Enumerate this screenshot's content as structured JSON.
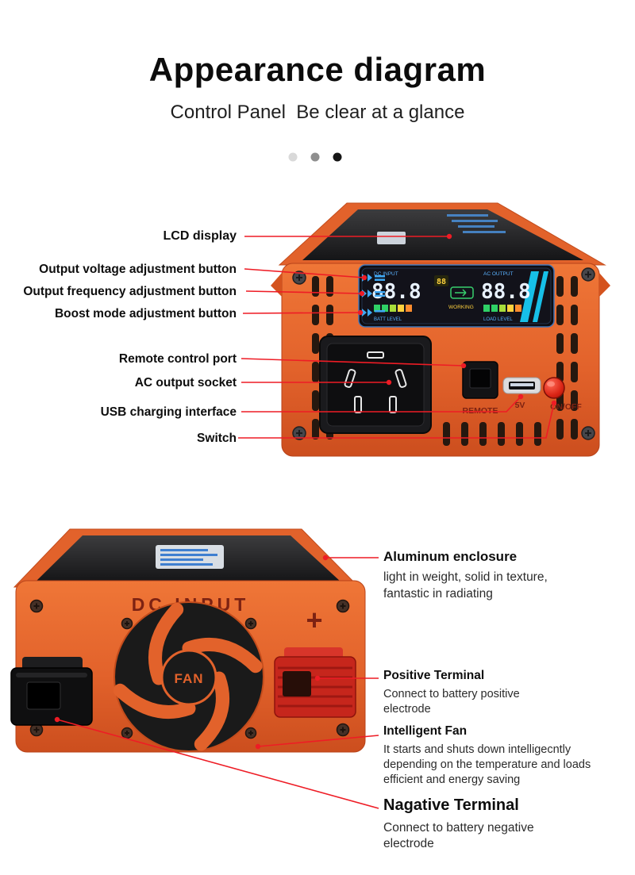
{
  "page": {
    "title": "Appearance diagram",
    "subtitle": "Control Panel  Be clear at a glance"
  },
  "carousel": {
    "dot_colors": [
      "#d9d9d9",
      "#8f8f8f",
      "#161616"
    ]
  },
  "front_view": {
    "labels": [
      {
        "text": "LCD display"
      },
      {
        "text": "Output voltage adjustment button"
      },
      {
        "text": "Output frequency adjustment button"
      },
      {
        "text": "Boost mode adjustment button"
      },
      {
        "text": "Remote control port"
      },
      {
        "text": "AC output socket"
      },
      {
        "text": "USB charging interface"
      },
      {
        "text": "Switch"
      }
    ],
    "lcd": {
      "left_value": "88.8",
      "right_value": "88.8",
      "aux_value": "88",
      "working": "WORKING",
      "dc_input": "DC INPUT",
      "ac_output": "AC OUTPUT",
      "batt_level": "BATT LEVEL",
      "load_level": "LOAD LEVEL"
    },
    "panel": {
      "remote": "REMOTE",
      "usb_5v": "5V",
      "on_off": "ON/OFF"
    }
  },
  "rear_view": {
    "dc_input": "DC INPUT",
    "fan_label": "FAN",
    "positive_mark": "+"
  },
  "annotations": [
    {
      "title": "Aluminum enclosure",
      "lines": [
        "light in weight, solid in texture,",
        "fantastic in radiating"
      ]
    },
    {
      "title": "Positive Terminal",
      "lines": [
        "Connect to battery positive",
        "electrode"
      ]
    },
    {
      "title": "Intelligent Fan",
      "lines": [
        "It starts and shuts down intelligecntly",
        "depending on the temperature and loads",
        "efficient and energy saving"
      ]
    },
    {
      "title": "Nagative Terminal",
      "lines": [
        "Connect to battery negative",
        "electrode"
      ]
    }
  ],
  "colors": {
    "leader_line": "#ee1c25",
    "body_orange": "#e2622b",
    "panel_dark": "#1c1c1e",
    "maroon_text": "#7d2212",
    "terminal_red": "#c6261c",
    "lcd_blue": "#3fa9f5"
  }
}
